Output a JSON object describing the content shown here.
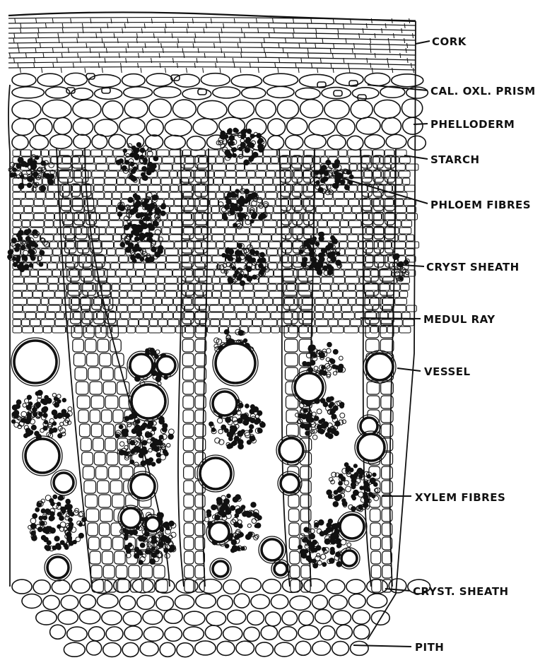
{
  "diagram": {
    "labels": {
      "cork": "CORK",
      "cal_oxl_prism": "CAL. OXL. PRISM",
      "phelloderm": "PHELLODERM",
      "starch": "STARCH",
      "phloem_fibres": "PHLOEM FIBRES",
      "cryst_sheath_upper": "CRYST SHEATH",
      "medul_ray": "MEDUL RAY",
      "vessel": "VESSEL",
      "xylem_fibres": "XYLEM FIBRES",
      "cryst_sheath_lower": "CRYST. SHEATH",
      "pith": "PITH"
    },
    "colors": {
      "ink": "#111111",
      "paper": "#ffffff"
    }
  }
}
